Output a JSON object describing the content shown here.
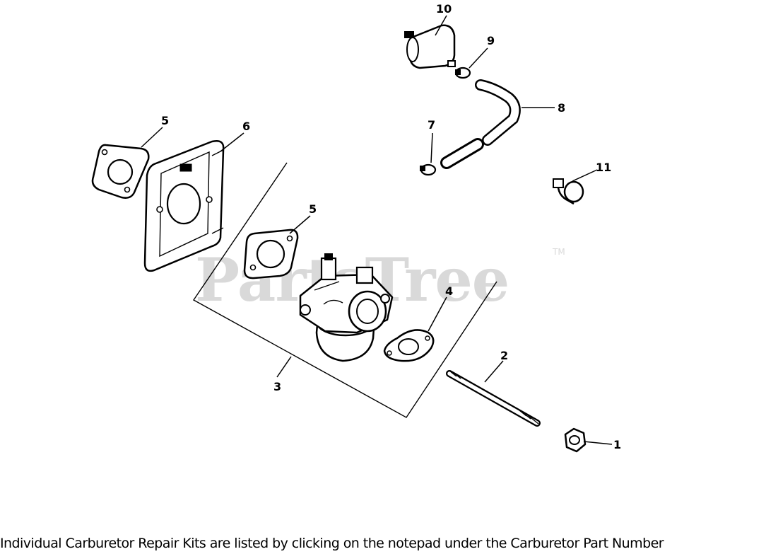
{
  "watermark": {
    "text": "PartsTree",
    "trademark": "TM"
  },
  "callouts": [
    {
      "id": "10",
      "label": "10"
    },
    {
      "id": "9",
      "label": "9"
    },
    {
      "id": "8",
      "label": "8"
    },
    {
      "id": "7",
      "label": "7"
    },
    {
      "id": "11",
      "label": "11"
    },
    {
      "id": "5a",
      "label": "5"
    },
    {
      "id": "6",
      "label": "6"
    },
    {
      "id": "5b",
      "label": "5"
    },
    {
      "id": "4",
      "label": "4"
    },
    {
      "id": "3",
      "label": "3"
    },
    {
      "id": "2",
      "label": "2"
    },
    {
      "id": "1",
      "label": "1"
    }
  ],
  "caption": "Individual Carburetor Repair Kits are listed by clicking on the notepad under the Carburetor Part Number"
}
